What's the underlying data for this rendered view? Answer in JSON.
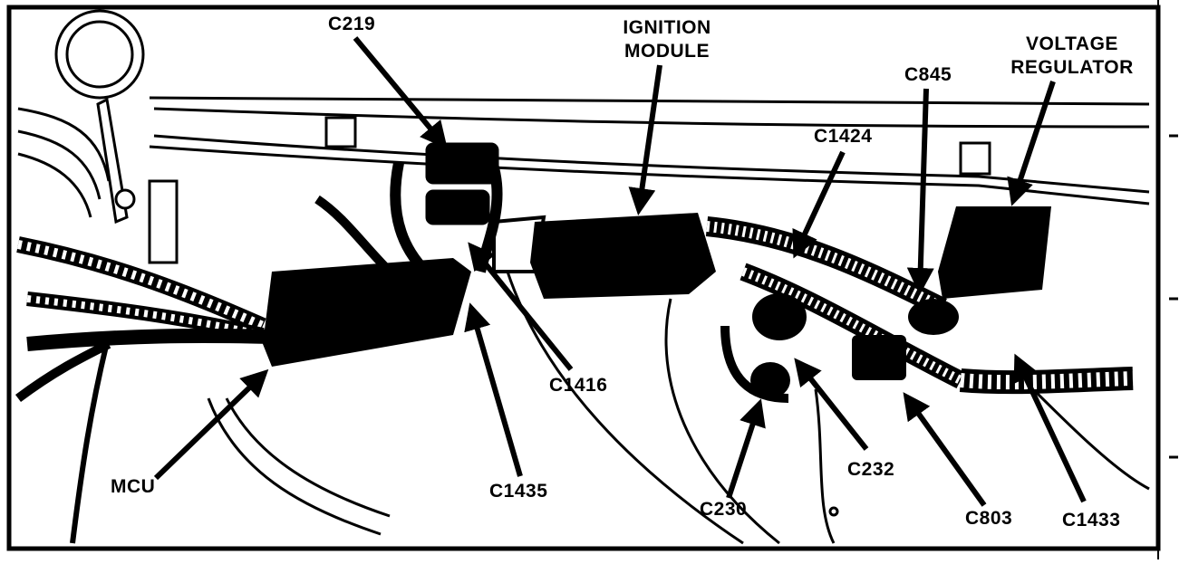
{
  "labels": {
    "c219": "C219",
    "ignition_module": [
      "IGNITION",
      "MODULE"
    ],
    "voltage_regulator": [
      "VOLTAGE",
      "REGULATOR"
    ],
    "c845": "C845",
    "c1424": "C1424",
    "c1416": "C1416",
    "mcu": "MCU",
    "c1435": "C1435",
    "c230": "C230",
    "c232": "C232",
    "c803": "C803",
    "c1433": "C1433"
  },
  "colors": {
    "ink": "#000000",
    "paper": "#ffffff"
  }
}
